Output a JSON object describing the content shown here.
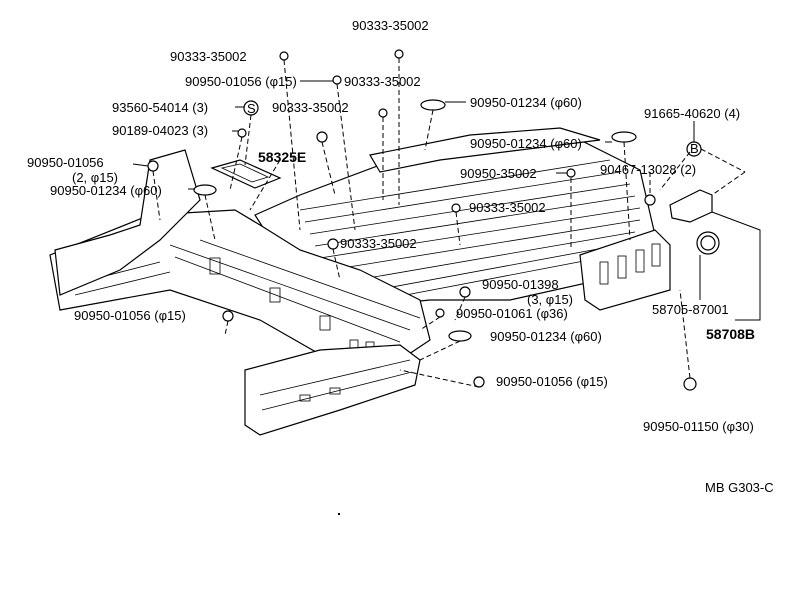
{
  "labels": {
    "l1": "90333-35002",
    "l2": "90333-35002",
    "l3": "90950-01056 (φ15)",
    "l4": "90333-35002",
    "l5": "90950-01234 (φ60)",
    "l6": "93560-54014 (3)",
    "l7": "90333-35002",
    "l8": "90189-04023 (3)",
    "l9": "91665-40620 (4)",
    "l10": "90950-01234 (φ60)",
    "l11a": "90950-01056",
    "l11b": "(2, φ15)",
    "l12": "90950-01234 (φ60)",
    "l13": "58325E",
    "l14": "90950-35002",
    "l15": "90467-13028 (2)",
    "l16": "90333-35002",
    "l17": "90333-35002",
    "l18a": "90950-01398",
    "l18b": "(3, φ15)",
    "l19": "90950-01056 (φ15)",
    "l20": "90950-01061 (φ36)",
    "l21": "58705-87001",
    "l22": "58708B",
    "l23": "90950-01234 (φ60)",
    "l24": "90950-01056 (φ15)",
    "l25": "90950-01150 (φ30)",
    "code": "MB G303-C",
    "markerS": "S",
    "markerB": "B"
  }
}
